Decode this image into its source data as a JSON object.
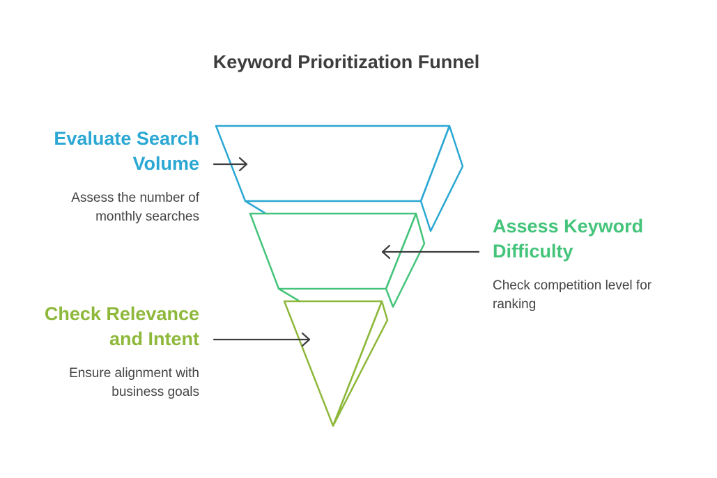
{
  "title": "Keyword Prioritization Funnel",
  "stages": [
    {
      "heading_line1": "Evaluate Search",
      "heading_line2": "Volume",
      "desc_line1": "Assess the number of",
      "desc_line2": "monthly searches",
      "color": "#2aa7d3"
    },
    {
      "heading_line1": "Assess Keyword",
      "heading_line2": "Difficulty",
      "desc_line1": "Check competition level for",
      "desc_line2": "ranking",
      "color": "#44c47a"
    },
    {
      "heading_line1": "Check Relevance",
      "heading_line2": "and Intent",
      "desc_line1": "Ensure alignment with",
      "desc_line2": "business goals",
      "color": "#8db83a"
    }
  ],
  "arrow_color": "#3d3d3d"
}
